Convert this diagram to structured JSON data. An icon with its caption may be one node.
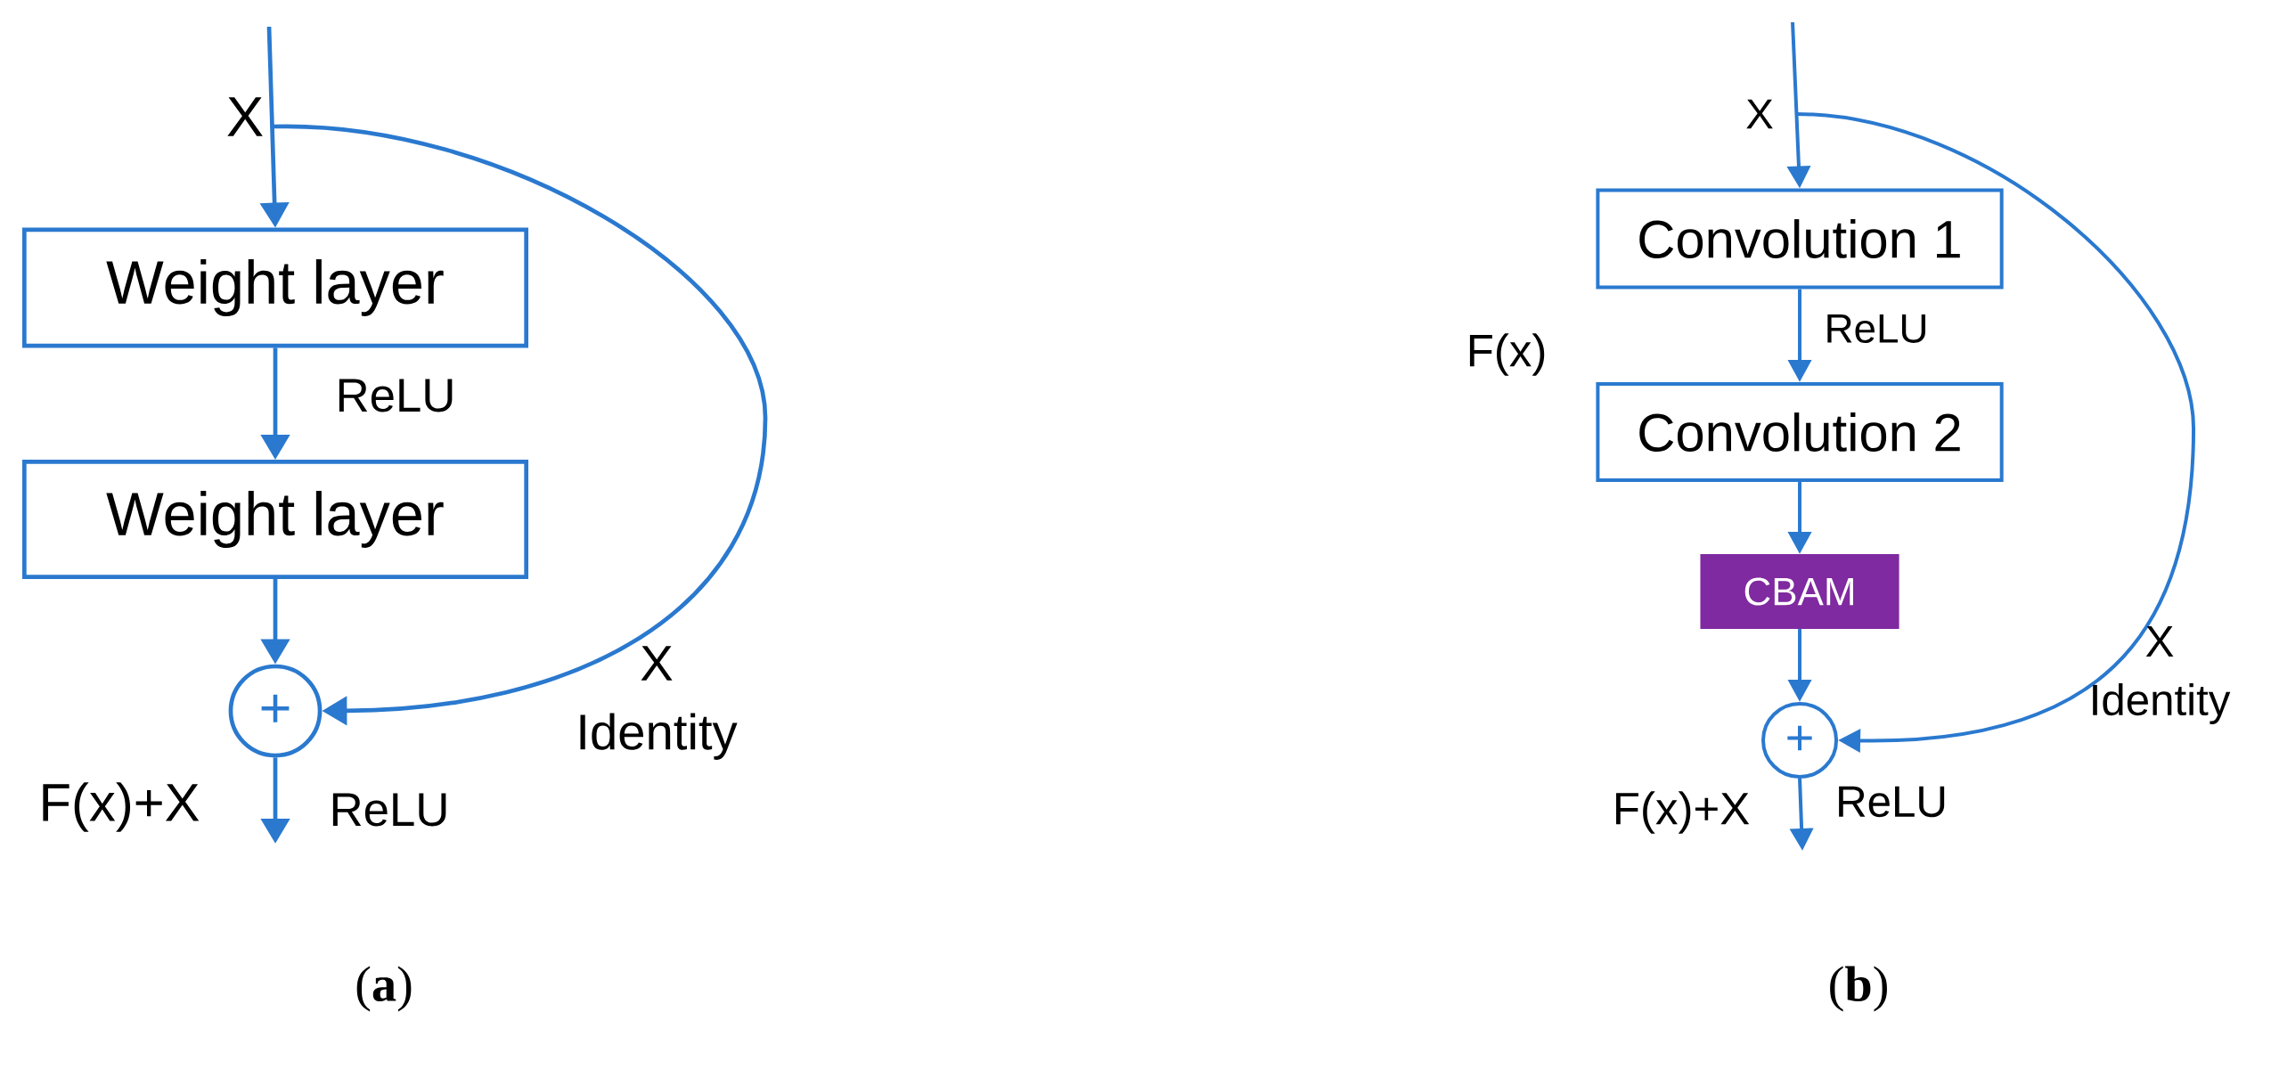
{
  "diagram": {
    "nodes": [
      {
        "text": [
          "Weight layer"
        ]
      },
      {
        "text": [
          "Weight layer"
        ]
      },
      {
        "text": [
          "+"
        ]
      },
      {
        "text": [
          "Convolution 1"
        ]
      },
      {
        "text": [
          "Convolution 2"
        ]
      },
      {
        "text": [
          "CBAM"
        ]
      },
      {
        "text": [
          "+"
        ]
      }
    ],
    "edges": [
      {
        "from": null,
        "to": 0,
        "arrow": "to",
        "label": "X"
      },
      {
        "from": 0,
        "to": 1,
        "arrow": "to",
        "label": "ReLU"
      },
      {
        "from": 1,
        "to": 2,
        "arrow": "to"
      },
      {
        "from": null,
        "to": 2,
        "arrow": "to",
        "label": "X Identity"
      },
      {
        "from": 2,
        "to": null,
        "arrow": "to",
        "label": "ReLU"
      },
      {
        "from": null,
        "to": 3,
        "arrow": "to",
        "label": "X"
      },
      {
        "from": 3,
        "to": 4,
        "arrow": "to",
        "label": "ReLU"
      },
      {
        "from": 4,
        "to": 5,
        "arrow": "to"
      },
      {
        "from": 5,
        "to": 6,
        "arrow": "to"
      },
      {
        "from": null,
        "to": 6,
        "arrow": "to",
        "label": "X Identity"
      },
      {
        "from": 6,
        "to": null,
        "arrow": "to",
        "label": "ReLU"
      }
    ],
    "labels": [
      "F(x)+X",
      "(**a**)",
      "F(x)",
      "F(x)+X",
      "(**b**)"
    ]
  }
}
